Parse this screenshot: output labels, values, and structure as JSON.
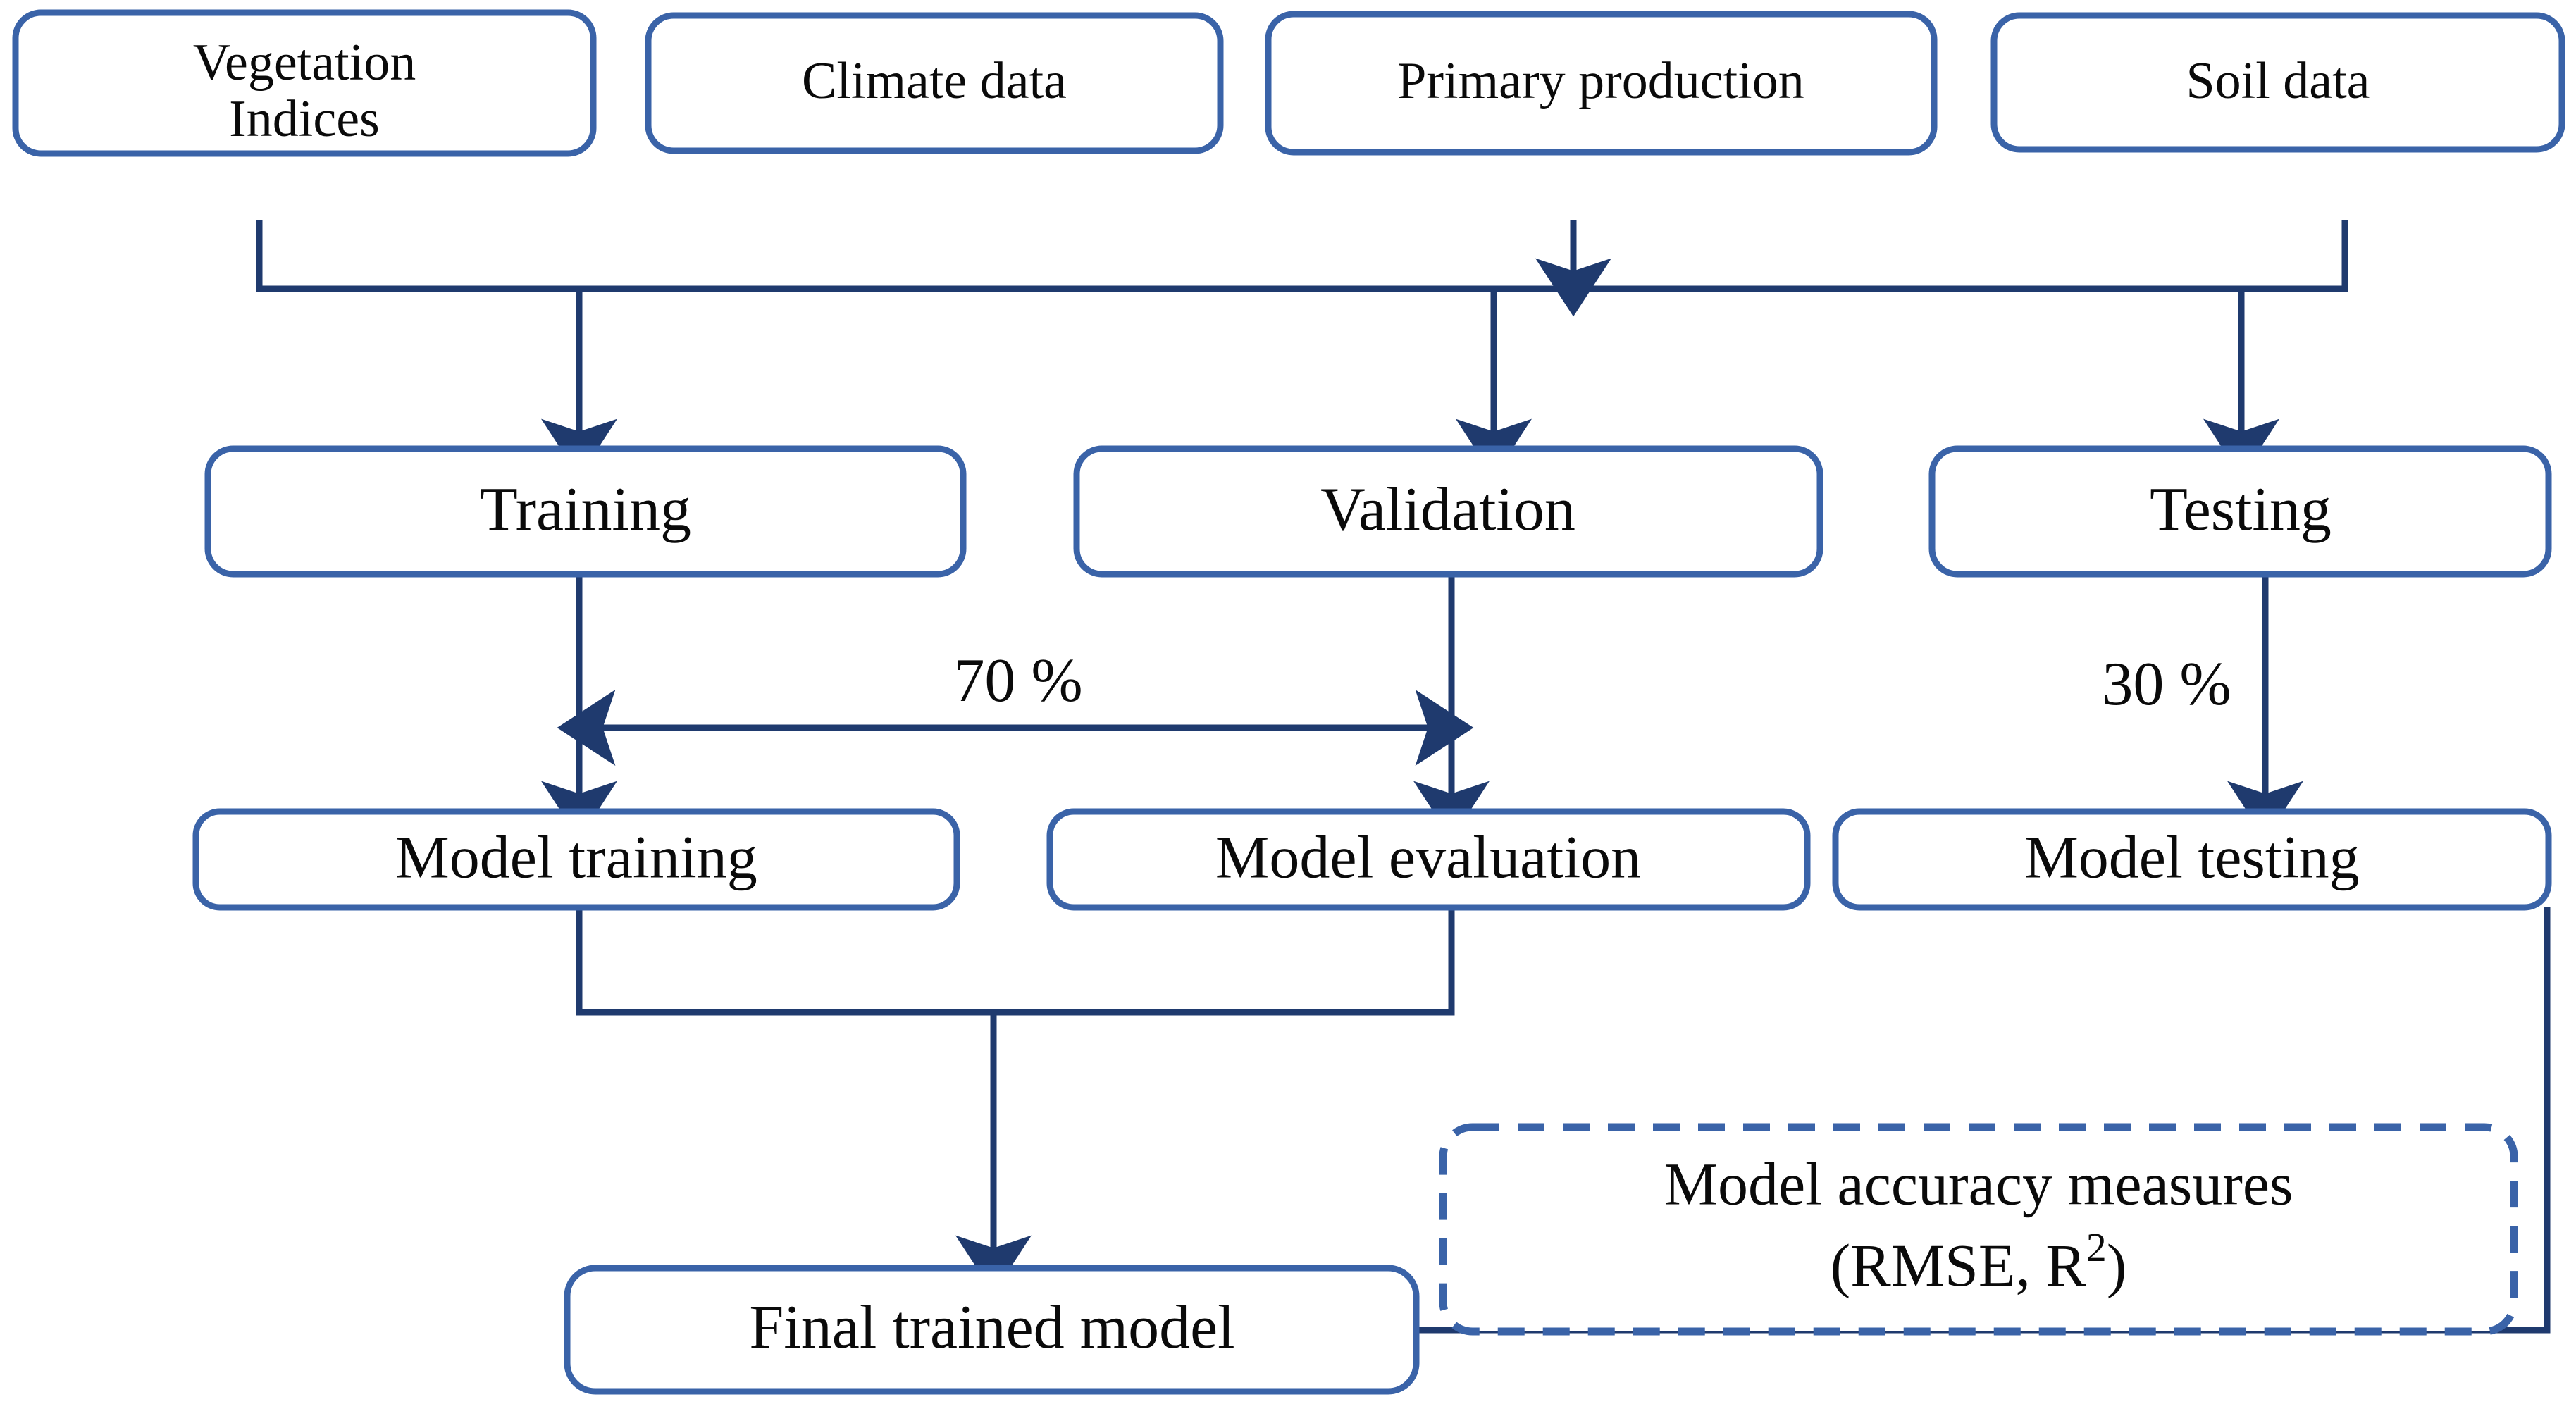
{
  "diagram": {
    "title": "Machine learning model workflow flowchart",
    "colors": {
      "box_stroke": "#3a63a8",
      "connector": "#1f3a6e",
      "box_fill": "#ffffff",
      "text": "#0a0a0a",
      "background": "#ffffff"
    },
    "inputs": [
      {
        "id": "vegetation-indices",
        "line1": "Vegetation",
        "line2": "Indices"
      },
      {
        "id": "climate-data",
        "line1": "Climate data",
        "line2": ""
      },
      {
        "id": "primary-production",
        "line1": "Primary  production",
        "line2": ""
      },
      {
        "id": "soil-data",
        "line1": "Soil data",
        "line2": ""
      }
    ],
    "splits": [
      {
        "id": "training",
        "label": "Training"
      },
      {
        "id": "validation",
        "label": "Validation"
      },
      {
        "id": "testing",
        "label": "Testing"
      }
    ],
    "stages": [
      {
        "id": "model-training",
        "label": "Model training"
      },
      {
        "id": "model-evaluation",
        "label": "Model evaluation"
      },
      {
        "id": "model-testing",
        "label": "Model testing"
      }
    ],
    "split_ratios": [
      {
        "id": "train-val-ratio",
        "label": "70 %"
      },
      {
        "id": "test-ratio",
        "label": "30 %"
      }
    ],
    "accuracy": {
      "id": "model-accuracy-measures",
      "line1": "Model accuracy measures",
      "line2_prefix": "(RMSE, R",
      "line2_superscript": "2",
      "line2_suffix": ")"
    },
    "final": {
      "id": "final-trained-model",
      "label": "Final trained model"
    }
  }
}
